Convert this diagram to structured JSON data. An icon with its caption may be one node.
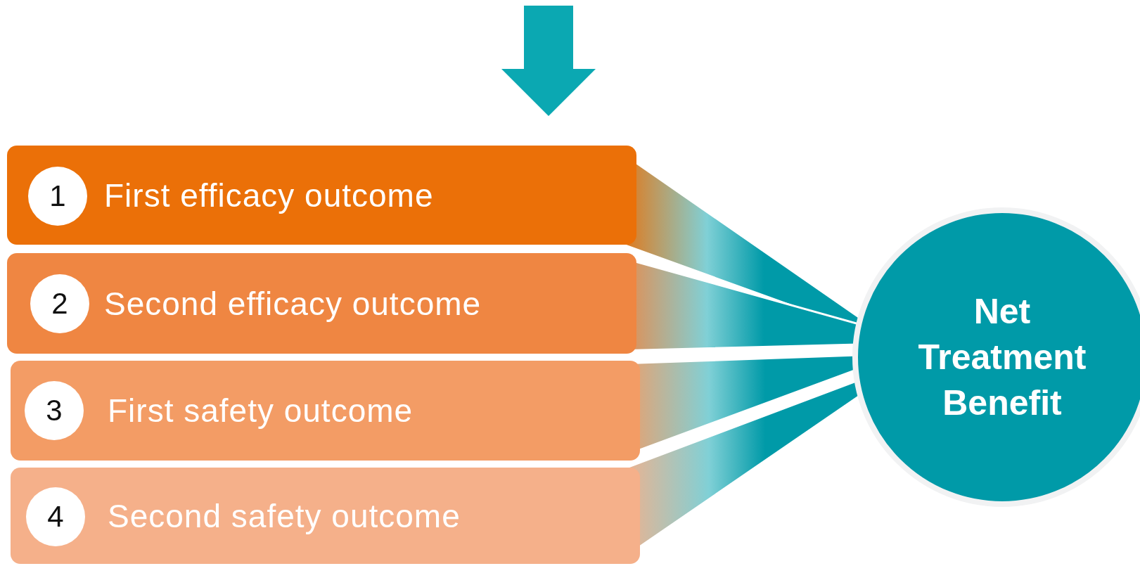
{
  "diagram": {
    "nodes": [
      {
        "text": [
          "First efficacy outcome"
        ]
      },
      {
        "text": [
          "1"
        ],
        "in": 0
      },
      {
        "text": [
          "Second efficacy outcome"
        ]
      },
      {
        "text": [
          "2"
        ],
        "in": 2
      },
      {
        "text": [
          "First safety outcome"
        ]
      },
      {
        "text": [
          "3"
        ],
        "in": 4
      },
      {
        "text": [
          "Second safety outcome"
        ]
      },
      {
        "text": [
          "4"
        ],
        "in": 6
      },
      {
        "text": [
          "Net Treatment Benefit"
        ]
      }
    ],
    "edges": [
      {
        "from": 0,
        "to": 8,
        "arrow": "none",
        "style": "thick"
      },
      {
        "from": 2,
        "to": 8,
        "arrow": "none",
        "style": "thick"
      },
      {
        "from": 4,
        "to": 8,
        "arrow": "none",
        "style": "thick"
      },
      {
        "from": 6,
        "to": 8,
        "arrow": "none",
        "style": "thick"
      },
      {
        "from": null,
        "to": 0,
        "arrow": "to"
      }
    ]
  }
}
